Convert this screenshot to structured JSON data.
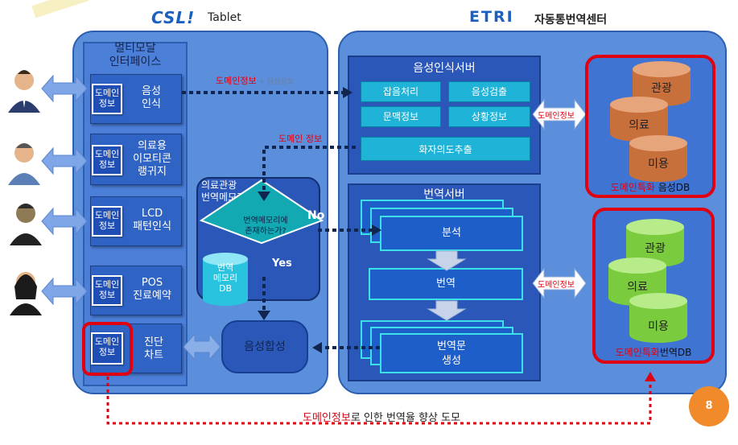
{
  "header": {
    "left_logo": "CSL!",
    "left_title": "Tablet",
    "right_logo": "ETRI",
    "right_title": "자동통번역센터"
  },
  "tablet": {
    "title_line1": "멀티모달",
    "title_line2": "인터페이스",
    "menus": [
      {
        "tag": [
          "도메인",
          "정보"
        ],
        "label": [
          "음성",
          "인식"
        ]
      },
      {
        "tag": [
          "도메인",
          "정보"
        ],
        "label": [
          "의료용",
          "이모티콘",
          "랭귀지"
        ]
      },
      {
        "tag": [
          "도메인",
          "정보"
        ],
        "label": [
          "LCD",
          "패턴인식"
        ]
      },
      {
        "tag": [
          "도메인",
          "정보"
        ],
        "label": [
          "POS",
          "진료예약"
        ]
      },
      {
        "tag": [
          "도메인",
          "정보"
        ],
        "label": [
          "진단",
          "차트"
        ]
      }
    ],
    "memory": {
      "title_line1": "의료관광",
      "title_line2": "번역메모리",
      "decision_line1": "번역메모리에",
      "decision_line2": "존재하는가?",
      "no": "No",
      "yes": "Yes",
      "db": [
        "번역",
        "메모리",
        "DB"
      ]
    },
    "synthesis": "음성합성"
  },
  "etri": {
    "asr_server": {
      "title": "음성인식서버",
      "buttons": [
        "잡음처리",
        "음성검출",
        "문맥정보",
        "상황정보"
      ],
      "intent": "화자의도추출"
    },
    "mt_server": {
      "title": "번역서버",
      "steps": [
        "분석",
        "번역",
        "번역문\n생성"
      ]
    },
    "speech_db": {
      "cylinders": [
        "관광",
        "의료",
        "미용"
      ],
      "caption_red": "도메인특화",
      "caption_rest": " 음성DB"
    },
    "mt_db": {
      "cylinders": [
        "관광",
        "의료",
        "미용"
      ],
      "caption_red": "도메인특화",
      "caption_rest": "번역DB"
    },
    "arrow_label": "도메인정보"
  },
  "annotations": {
    "top_red": "도메인정보",
    "top_plus": " + 음성정보",
    "mid_red": "도메인 정보",
    "bottom_red": "도메인정보",
    "bottom_rest": "로 인한 번역율 향상 도모",
    "page_number": "8"
  },
  "colors": {
    "panel": "#5b8fdc",
    "dark": "#2a57b8",
    "teal": "#1fb3d8",
    "highlight": "#e00010",
    "db_brown": "#c8703c",
    "db_green": "#7acb3e"
  }
}
